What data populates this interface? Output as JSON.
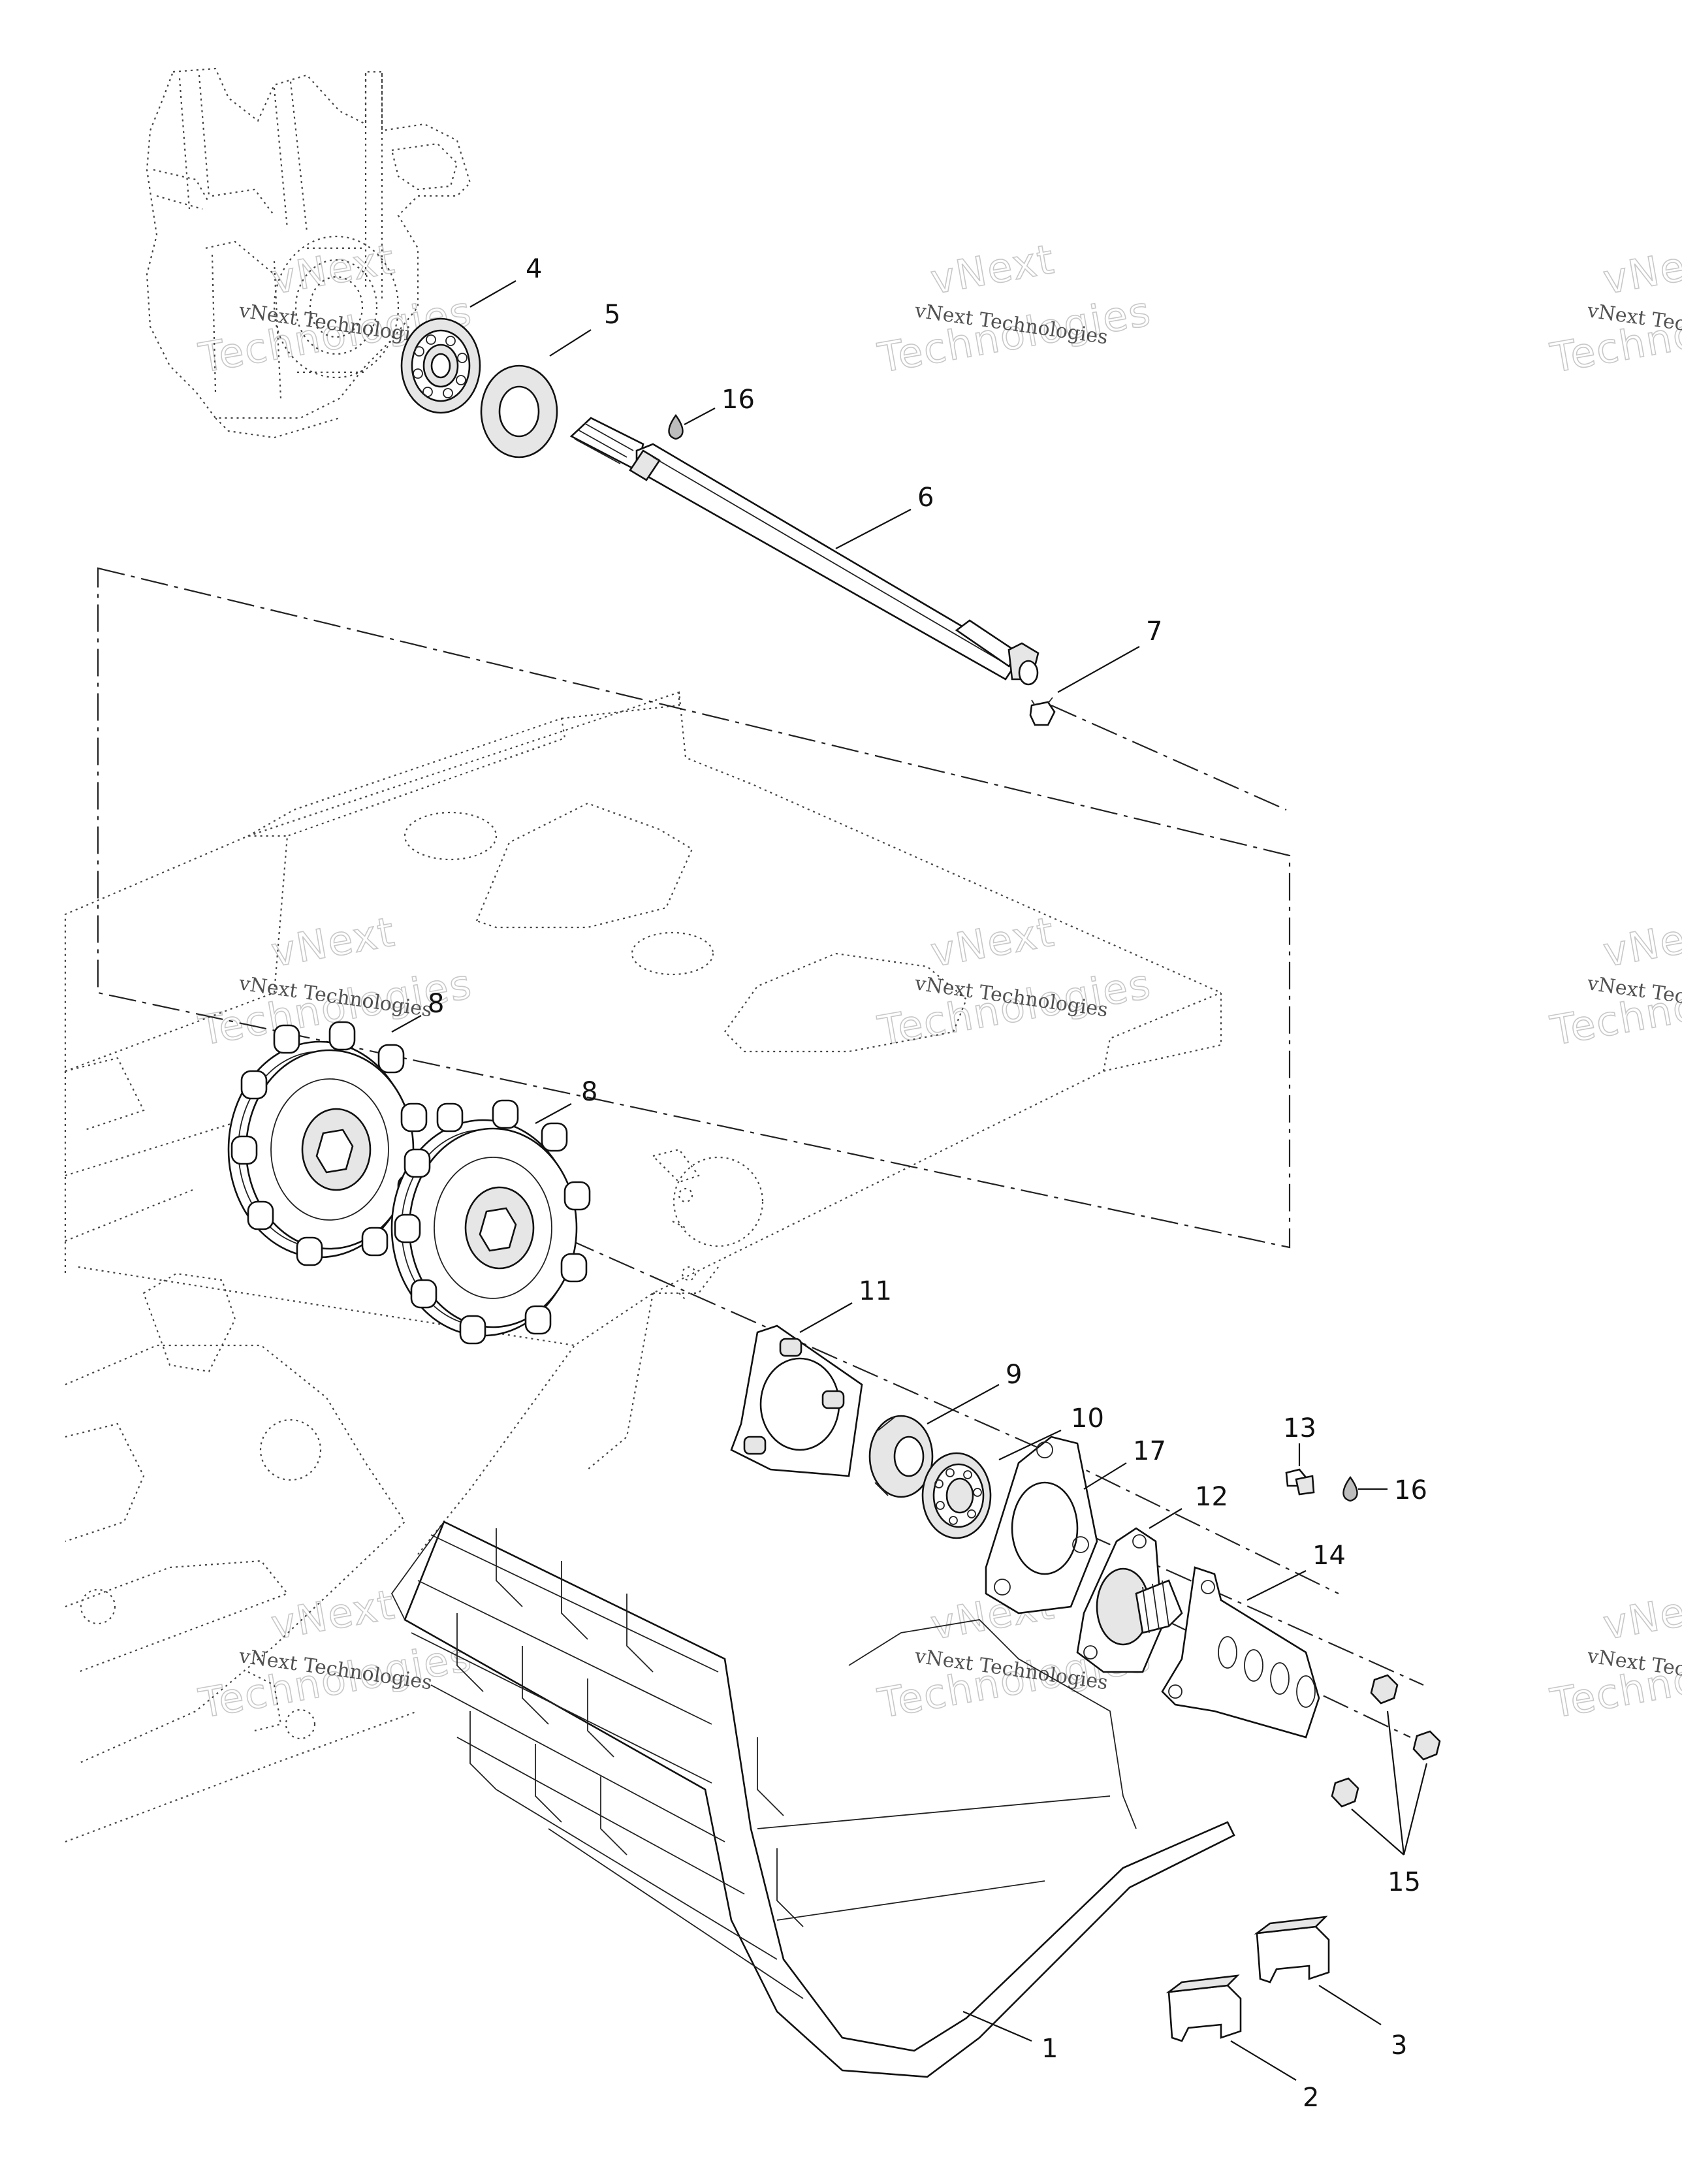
{
  "callouts": [
    {
      "id": "1",
      "label": "1"
    },
    {
      "id": "2",
      "label": "2"
    },
    {
      "id": "3",
      "label": "3"
    },
    {
      "id": "4",
      "label": "4"
    },
    {
      "id": "5",
      "label": "5"
    },
    {
      "id": "6",
      "label": "6"
    },
    {
      "id": "7",
      "label": "7"
    },
    {
      "id": "8a",
      "label": "8"
    },
    {
      "id": "8b",
      "label": "8"
    },
    {
      "id": "9",
      "label": "9"
    },
    {
      "id": "10",
      "label": "10"
    },
    {
      "id": "11",
      "label": "11"
    },
    {
      "id": "12",
      "label": "12"
    },
    {
      "id": "13",
      "label": "13"
    },
    {
      "id": "14",
      "label": "14"
    },
    {
      "id": "15",
      "label": "15"
    },
    {
      "id": "16a",
      "label": "16"
    },
    {
      "id": "16b",
      "label": "16"
    },
    {
      "id": "17",
      "label": "17"
    }
  ],
  "watermark": {
    "line1": "vNext Technologies",
    "line2": "vNext",
    "line3": "Technologies"
  }
}
